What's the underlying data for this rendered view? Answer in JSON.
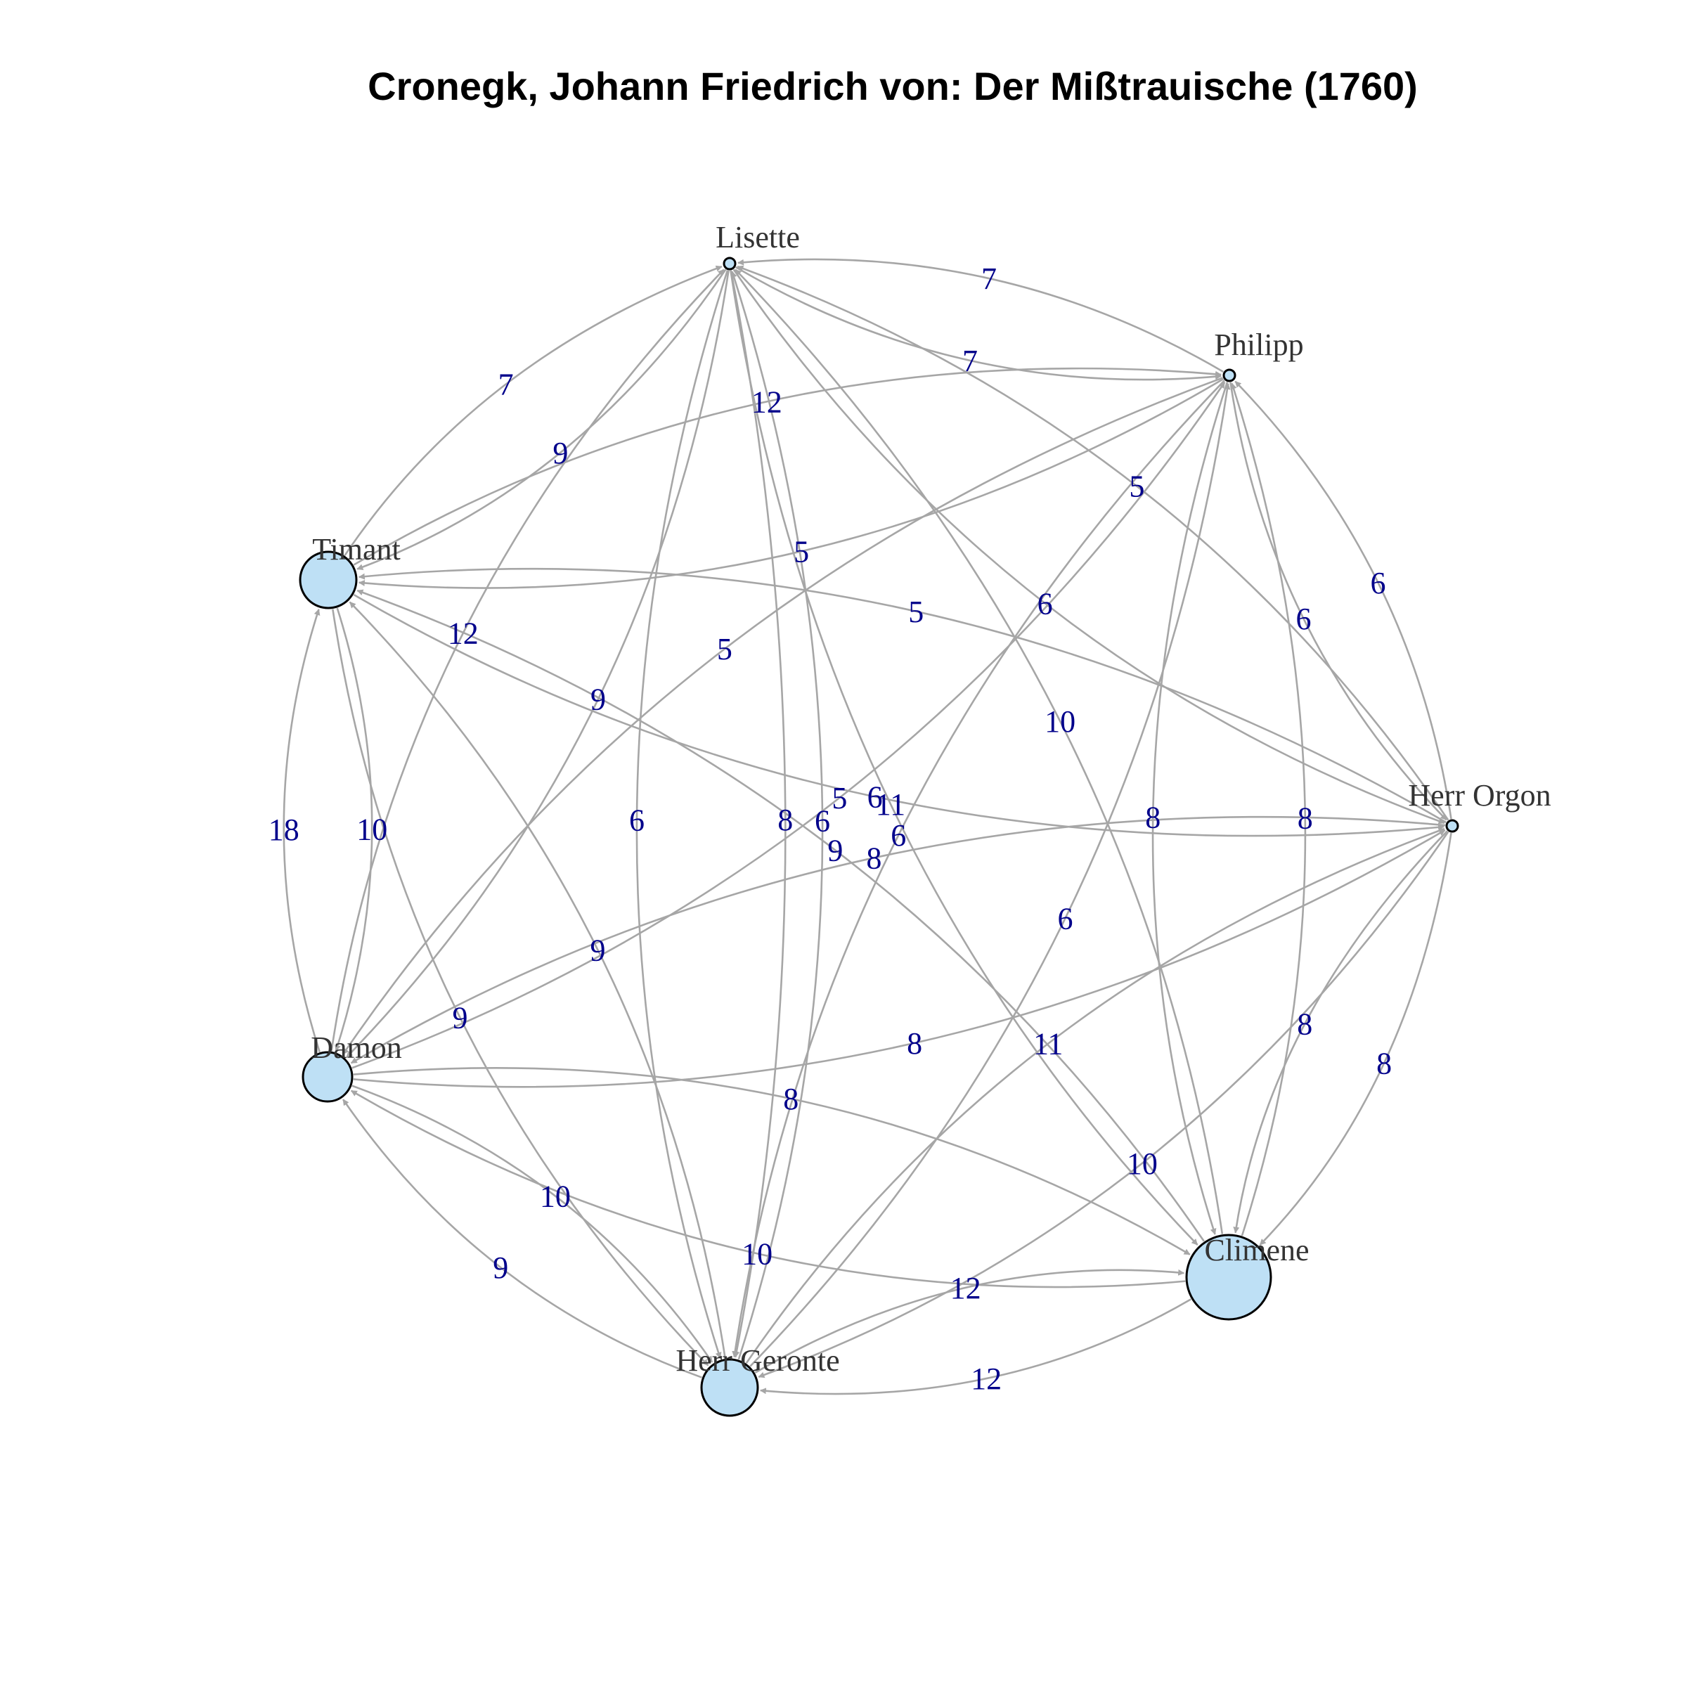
{
  "title": "Cronegk, Johann Friedrich von: Der Mißtrauische (1760)",
  "colors": {
    "node_fill": "#bee0f5",
    "node_stroke": "#000000",
    "edge": "#a6a6a6",
    "edge_label": "#00008b",
    "node_label": "#333333"
  },
  "nodes": [
    {
      "id": "lisette",
      "label": "Lisette"
    },
    {
      "id": "philipp",
      "label": "Philipp"
    },
    {
      "id": "timant",
      "label": "Timant"
    },
    {
      "id": "herr_orgon",
      "label": "Herr Orgon"
    },
    {
      "id": "damon",
      "label": "Damon"
    },
    {
      "id": "climene",
      "label": "Climene"
    },
    {
      "id": "herr_geronte",
      "label": "Herr Geronte"
    }
  ],
  "edges": [
    {
      "from": "lisette",
      "to": "philipp",
      "weight": "7"
    },
    {
      "from": "philipp",
      "to": "lisette",
      "weight": "7"
    },
    {
      "from": "timant",
      "to": "lisette",
      "weight": "7"
    },
    {
      "from": "timant",
      "to": "philipp",
      "weight": "12"
    },
    {
      "from": "lisette",
      "to": "timant",
      "weight": "9"
    },
    {
      "from": "lisette",
      "to": "damon",
      "weight": "9"
    },
    {
      "from": "philipp",
      "to": "timant",
      "weight": "5"
    },
    {
      "from": "herr_orgon",
      "to": "timant",
      "weight": "5"
    },
    {
      "from": "damon",
      "to": "philipp",
      "weight": "5"
    },
    {
      "from": "herr_orgon",
      "to": "lisette",
      "weight": "5"
    },
    {
      "from": "herr_orgon",
      "to": "philipp",
      "weight": "6"
    },
    {
      "from": "philipp",
      "to": "herr_orgon",
      "weight": "6"
    },
    {
      "from": "herr_geronte",
      "to": "lisette",
      "weight": "6"
    },
    {
      "from": "climene",
      "to": "lisette",
      "weight": "10"
    },
    {
      "from": "damon",
      "to": "lisette",
      "weight": "12"
    },
    {
      "from": "herr_geronte",
      "to": "philipp",
      "weight": "6"
    },
    {
      "from": "lisette",
      "to": "herr_orgon",
      "weight": "6"
    },
    {
      "from": "climene",
      "to": "philipp",
      "weight": "8"
    },
    {
      "from": "timant",
      "to": "herr_orgon",
      "weight": "6"
    },
    {
      "from": "timant",
      "to": "damon",
      "weight": "10"
    },
    {
      "from": "damon",
      "to": "herr_orgon",
      "weight": "8"
    },
    {
      "from": "herr_orgon",
      "to": "herr_geronte",
      "weight": "10"
    },
    {
      "from": "damon",
      "to": "timant",
      "weight": "18"
    },
    {
      "from": "herr_geronte",
      "to": "timant",
      "weight": "9"
    },
    {
      "from": "timant",
      "to": "herr_geronte",
      "weight": "9"
    },
    {
      "from": "climene",
      "to": "timant",
      "weight": "9"
    },
    {
      "from": "philipp",
      "to": "damon",
      "weight": "5"
    },
    {
      "from": "lisette",
      "to": "climene",
      "weight": "11"
    },
    {
      "from": "philipp",
      "to": "climene",
      "weight": "8"
    },
    {
      "from": "herr_orgon",
      "to": "climene",
      "weight": "8"
    },
    {
      "from": "lisette",
      "to": "herr_geronte",
      "weight": "6"
    },
    {
      "from": "lisette",
      "to": "herr_geronte",
      "weight": "8"
    },
    {
      "from": "damon",
      "to": "climene",
      "weight": "8"
    },
    {
      "from": "herr_orgon",
      "to": "damon",
      "weight": "8"
    },
    {
      "from": "climene",
      "to": "damon",
      "weight": "10"
    },
    {
      "from": "philipp",
      "to": "herr_geronte",
      "weight": "6"
    },
    {
      "from": "herr_geronte",
      "to": "damon",
      "weight": "9"
    },
    {
      "from": "damon",
      "to": "herr_geronte",
      "weight": "10"
    },
    {
      "from": "herr_geronte",
      "to": "climene",
      "weight": "12"
    },
    {
      "from": "climene",
      "to": "herr_geronte",
      "weight": "12"
    },
    {
      "from": "herr_geronte",
      "to": "herr_orgon",
      "weight": "11"
    },
    {
      "from": "herr_orgon",
      "to": "climene",
      "weight": "8"
    }
  ]
}
